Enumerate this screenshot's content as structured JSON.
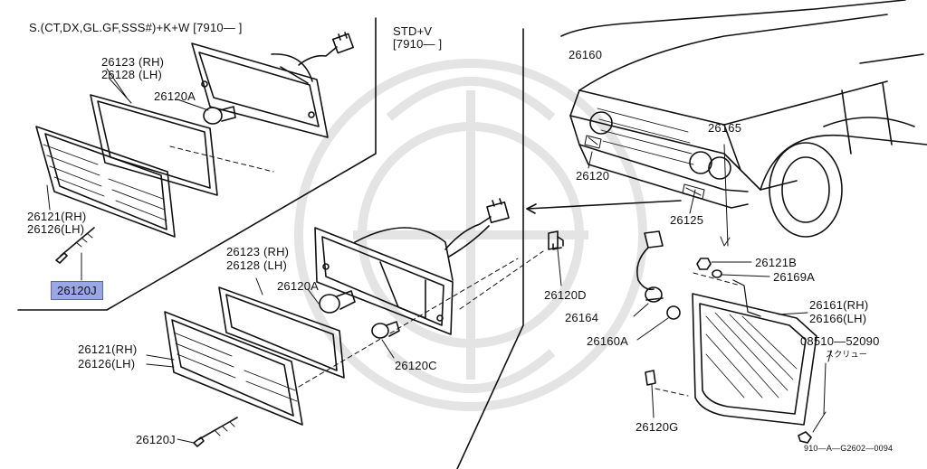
{
  "variants": {
    "top_left": "S.(CT,DX,GL.GF,SSS#)+K+W [7910—          ]",
    "std_line1": "STD+V",
    "std_line2": "[7910—          ]"
  },
  "parts": {
    "p26123_a": "26123 (RH)",
    "p26128_a": "26128 (LH)",
    "p26120A_a": "26120A",
    "p26121_a": "26121(RH)",
    "p26126_a": "26126(LH)",
    "p26120J_a": "26120J",
    "p26123_b": "26123 (RH)",
    "p26128_b": "26128 (LH)",
    "p26120A_b": "26120A",
    "p26121_b": "26121(RH)",
    "p26126_b": "26126(LH)",
    "p26120C": "26120C",
    "p26120J_b": "26120J",
    "p26120D": "26120D",
    "p26160": "26160",
    "p26120": "26120",
    "p26165": "26165",
    "p26125": "26125",
    "p26121B": "26121B",
    "p26169A": "26169A",
    "p26161": "26161(RH)",
    "p26166": "26166(LH)",
    "p26164": "26164",
    "p26160A": "26160A",
    "p08510": "08510—52090",
    "screw_note": "スクリュー",
    "p26120G": "26120G"
  },
  "diagram_code": "910—A—G2602—0094",
  "colors": {
    "line": "#111111",
    "highlight": "#9aa6e6",
    "highlight_border": "#5a66a8",
    "watermark": "#e4e4e4"
  }
}
